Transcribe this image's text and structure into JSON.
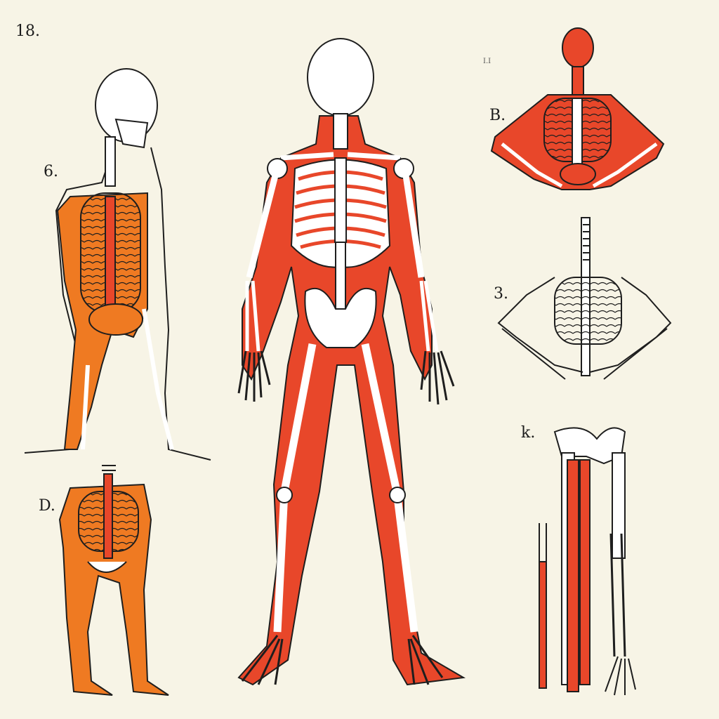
{
  "labels": {
    "plate": "18.",
    "left_figure": "6.",
    "tiny_mark": "I.I",
    "top_right": "B.",
    "mid_right": "3.",
    "bottom_left": "D.",
    "bottom_right": "k."
  },
  "colors": {
    "background": "#f7f4e6",
    "red_orange": "#e8472a",
    "orange": "#ef7a22",
    "outline": "#1e1e1e",
    "bone": "#ffffff"
  }
}
